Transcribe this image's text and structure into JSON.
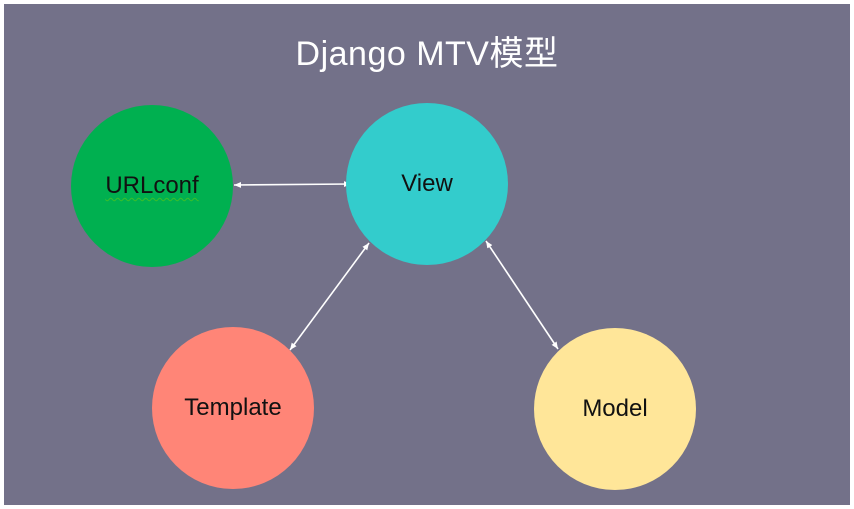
{
  "title": "Django MTV模型",
  "nodes": {
    "urlconf": {
      "label": "URLconf",
      "color": "#00b050"
    },
    "view": {
      "label": "View",
      "color": "#33cccc"
    },
    "template": {
      "label": "Template",
      "color": "#ff8577"
    },
    "model": {
      "label": "Model",
      "color": "#ffe699"
    }
  },
  "edges": [
    {
      "from": "urlconf",
      "to": "view",
      "direction": "bidirectional"
    },
    {
      "from": "view",
      "to": "template",
      "direction": "bidirectional"
    },
    {
      "from": "view",
      "to": "model",
      "direction": "bidirectional"
    }
  ],
  "colors": {
    "background": "#737189",
    "arrow": "#ffffff",
    "title": "#ffffff"
  }
}
